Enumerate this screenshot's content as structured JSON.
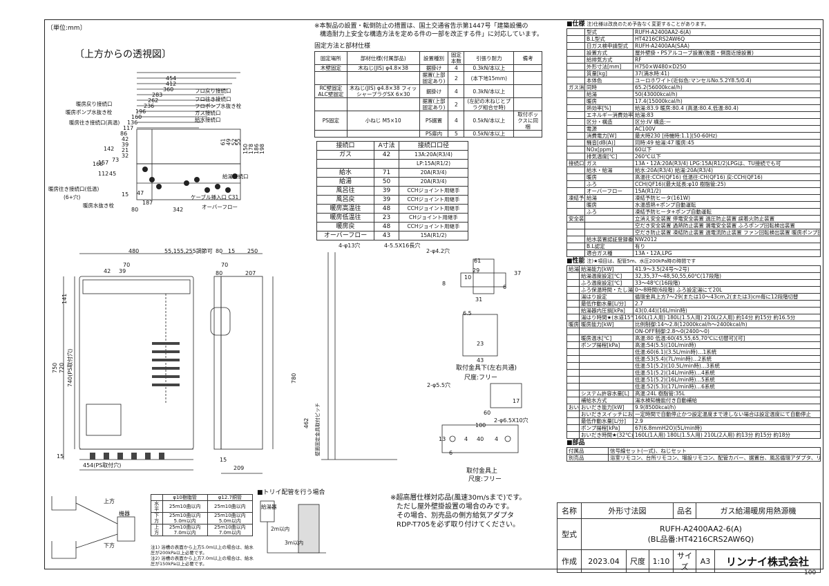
{
  "unit_label": "〔単位:mm〕",
  "top_view": {
    "title": "〔上方からの透視図〕",
    "dims": [
      "454",
      "412",
      "360",
      "283",
      "262",
      "236",
      "196",
      "160",
      "136",
      "117",
      "86",
      "42",
      "39",
      "21",
      "32",
      "73",
      "142",
      "157",
      "168",
      "112",
      "45",
      "80",
      "342",
      "187",
      "47",
      "15",
      "61",
      "49",
      "52",
      "55",
      "150",
      "178",
      "186",
      "198"
    ],
    "callouts_left": [
      "暖房ポンプ水抜き栓",
      "暖房戻り接続口",
      "暖房往き接続口(高温)",
      "暖房往き接続口(低温)",
      "(6+穴)",
      "暖房水抜き栓"
    ],
    "callouts_right": [
      "フロ戻り接続口",
      "フロ往き接続口",
      "フロポンプ水抜き栓",
      "ガス接続口",
      "給水接続口",
      "給湯接続口",
      "ケーブル挿入口 C31",
      "オーバーフロー"
    ]
  },
  "notes_top": {
    "line1": "※本製品の設置・転倒防止の措置は、国土交通省告示第1447号「建築設備の",
    "line2": "構造耐力上安全な構造方法を定める件の一部を改正する件」に対応しています。"
  },
  "fix_table": {
    "title": "固定方法と部材仕様",
    "headers": [
      "固定場所",
      "部材仕様(付属部品)",
      "設置種別",
      "固定本数",
      "引張り耐力",
      "備考"
    ],
    "rows": [
      [
        "木壁固定",
        "木ねじ(JIS) φ4.8×38",
        "据掛け",
        "4",
        "0.3kN/本以上",
        ""
      ],
      [
        "",
        "",
        "据置(上部固定あり)",
        "2",
        "(本下地15mm)",
        ""
      ],
      [
        "RC壁固定 ALC壁固定",
        "木ねじ(JIS) φ4.8×38 フィッシャープラグSX 6×30",
        "据掛け",
        "4",
        "0.3kN/本以上",
        ""
      ],
      [
        "",
        "",
        "据置(上部固定あり)",
        "2",
        "(左記の木ねじとプラグ組合せ時)",
        ""
      ],
      [
        "PS固定",
        "小ねじ M5×10",
        "PS据置",
        "4",
        "0.5kN/本以上",
        "取付ボックスに同梱"
      ],
      [
        "",
        "",
        "PS扉内",
        "5",
        "0.5kN/本以上",
        ""
      ]
    ]
  },
  "conn_table": {
    "headers": [
      "接続口",
      "A寸法",
      "接続口口径"
    ],
    "rows": [
      [
        "ガス",
        "42",
        "13A:20A(R3/4)"
      ],
      [
        "",
        "",
        "LP:15A(R1/2)"
      ],
      [
        "給水",
        "71",
        "20A(R3/4)"
      ],
      [
        "給湯",
        "50",
        "20A(R3/4)"
      ],
      [
        "風呂往",
        "39",
        "CCHジョイント用継手"
      ],
      [
        "風呂戻",
        "39",
        "CCHジョイント用継手"
      ],
      [
        "暖房高温往",
        "48",
        "CCHジョイント用継手"
      ],
      [
        "暖房低温往",
        "23",
        "CHジョイント用継手"
      ],
      [
        "暖房戻",
        "48",
        "CCHジョイント用継手"
      ],
      [
        "オーバーフロー",
        "43",
        "15A(R1/2)"
      ]
    ]
  },
  "spec": {
    "title": "■仕様",
    "note": "注)仕様は改良のため予告なく変更することがあります。",
    "rows": [
      [
        "",
        "型式",
        "RUFH-A2400AA2-6(A)"
      ],
      [
        "",
        "B.L型式",
        "HT4216CRS2AW6Q"
      ],
      [
        "",
        "日ガス検申請型式",
        "RUFH-A2400AA(SAA)"
      ],
      [
        "",
        "設置方式",
        "屋外壁掛・PSアルコーブ設置(後面・側面近接設置)"
      ],
      [
        "",
        "給排気方式",
        "RF"
      ],
      [
        "",
        "外形寸法[mm]",
        "H750×W480×D250"
      ],
      [
        "",
        "質量[kg]",
        "37(満水時:41)"
      ],
      [
        "",
        "本体色",
        "ユーロホワイト(近似色:マンセルNo.5.2Y8.5/0.4)"
      ],
      [
        "ガス消費量[kW]",
        "同時",
        "65.2(56000kcal/h)"
      ],
      [
        "",
        "給湯",
        "50(43000kcal/h)"
      ],
      [
        "",
        "暖房",
        "17.4(15000kcal/h)"
      ],
      [
        "",
        "熱効率[%]",
        "給湯:83.9 暖房:80.4 (高温:80.4,低温:80.4)"
      ],
      [
        "",
        "エネルギー消費効率[%]",
        "給湯:83"
      ],
      [
        "",
        "区分・構造",
        "区分:IV 構造:ー"
      ],
      [
        "",
        "電源",
        "AC100V"
      ],
      [
        "",
        "消費電力[W]",
        "最大時230 [待機時:1.1](50-60Hz)"
      ],
      [
        "",
        "騒音[dB(A)]",
        "同時:49 給湯:47 暖房:45"
      ],
      [
        "",
        "NOx[ppm]",
        "60以下"
      ],
      [
        "",
        "排気温度[℃]",
        "260℃以下"
      ],
      [
        "接続口",
        "ガス",
        "13A・12A:20A(R3/4) LPG:15A(R1/2)LPGは、TU接続でも可"
      ],
      [
        "",
        "給水・給湯",
        "給水:20A(R3/4) 給湯:20A(R3/4)"
      ],
      [
        "",
        "暖房",
        "高温往:CCH(QF16) 低温往:CH(QF16) 戻:CCH(QF16)"
      ],
      [
        "",
        "ふろ",
        "CCH(QF16)(最大延長:φ10 樹脂管:25)"
      ],
      [
        "",
        "オーバーフロー",
        "15A(R1/2)"
      ],
      [
        "凍結予防方法",
        "給湯",
        "凍結予防ヒータ(161W)"
      ],
      [
        "",
        "暖房",
        "水温感熱+ポンプ自動運転"
      ],
      [
        "",
        "ふろ",
        "凍結予防ヒータ+ポンプ自動運転"
      ],
      [
        "安全装置",
        "",
        "立消え安全装置 停電安全装置 過圧防止装置 誤着火防止装置"
      ],
      [
        "",
        "",
        "空だき安全装置 過熱防止装置 漏電安全装置 ふろポンプ回転検出装置"
      ],
      [
        "",
        "",
        "空だき防止装置 凍結防止装置 過電流防止装置 ファン回転検出装置 暖房ポンプ回転検出装置"
      ],
      [
        "",
        "給水装置認証登録番号",
        "NW2012"
      ],
      [
        "",
        "B.L認定",
        "有り"
      ],
      [
        "",
        "適合ガス種",
        "13A・12A,LPG"
      ]
    ]
  },
  "perf": {
    "title": "■性能",
    "note": "注)★項目は、配管5m、水圧200kPa時の時間です",
    "rows": [
      [
        "給湯・湯はり",
        "給湯能力[kW]",
        "41.9〜3.5(24号〜2号)"
      ],
      [
        "",
        "給湯温度設定[℃]",
        "32,35,37〜48,50,55,60℃(17段階)"
      ],
      [
        "",
        "ふろ温度設定[℃]",
        "33〜48℃(16段階)"
      ],
      [
        "",
        "ふろ保温時間・たし湯量",
        "0〜8時間(6段階) ふろ設定湯にて20L"
      ],
      [
        "",
        "湯はり設定",
        "循環金具上方7〜29(または10〜43cm,2(または3)cm毎に12段階切替"
      ],
      [
        "",
        "最低作動水量[L/分]",
        "2.7"
      ],
      [
        "",
        "給湯器内圧損[kPa]",
        "43(0.44)(16L/min時)"
      ],
      [
        "",
        "湯はり時間★(水道15℃,ふろ設定42℃)",
        "160L(1人用) 180L(1.5人用) 210L(2人用) 約14分 約15分 約16.5分"
      ],
      [
        "暖房",
        "暖房能力[kW]",
        "比例制御:14〜2.8(12000kcal/h〜2400kcal/h)"
      ],
      [
        "",
        "",
        "ON-OFF制御:2.8〜0(2400〜0)"
      ],
      [
        "",
        "暖房温水[℃]",
        "高温:80 低温:60(45,55,65,70℃に切替可)[可]"
      ],
      [
        "",
        "ポンプ揚程[kPa]",
        "高温:54(5.5)(10L/min時)"
      ],
      [
        "",
        "",
        "低温:60(6.1)(3.5L/min時)…1系統"
      ],
      [
        "",
        "",
        "低温:53(5.4)(7L/min時)…2系統"
      ],
      [
        "",
        "",
        "低温:51(5.2)(10.5L/min時)…3系統"
      ],
      [
        "",
        "",
        "低温:51(5.2)(14L/min時)…4系統"
      ],
      [
        "",
        "",
        "低温:51(5.2)(16L/min時)…5系統"
      ],
      [
        "",
        "",
        "低温:52(5.3)(17L/min時)…6系統"
      ],
      [
        "",
        "システム許容水量[L]",
        "高温:24L 樹脂管:35L"
      ],
      [
        "",
        "補給水方式",
        "湯水検知機能付き自動補給"
      ],
      [
        "おいだき",
        "おいだき能力[kW]",
        "9.9(8500kcal/h)"
      ],
      [
        "",
        "おいだきスイッチにおよるおいだき",
        "一定時間で自動停止かつ設定温度まで達しない場合は設定温度にて自動停止"
      ],
      [
        "",
        "最低作動水量[L/分]",
        "2.9"
      ],
      [
        "",
        "ポンプ揚程[kPa]",
        "67(6.8mmH2O)(5L/min時)"
      ],
      [
        "",
        "おいだき時間★(32℃から42℃まで)",
        "160L(1人用) 180L(1.5人用) 210L(2人用) 約13分 約15分 約18分"
      ]
    ]
  },
  "parts": {
    "title": "■部品",
    "rows": [
      [
        "付属品",
        "信号線セット(一式)、ねじセット"
      ],
      [
        "別売品",
        "浴室リモコン、台所リモコン、増設リモコン、配管カバー、据置台、風呂循環アダプタ、リモコンケーブル、マイクロバブルバスユニット、ソーラー対応ユニット、側方給気アダプタ"
      ]
    ]
  },
  "front_view": {
    "dims_top": [
      "480",
      "70",
      "42",
      "39"
    ],
    "dims_mid": [
      "55,155,255調節可"
    ],
    "dims_side": [
      "750",
      "720",
      "141",
      "740(PS取付穴)"
    ],
    "dim_bottom": [
      "454(PS取付穴)",
      "15"
    ]
  },
  "side_view": {
    "dims": [
      "80",
      "15",
      "250",
      "70",
      "207",
      "80",
      "780",
      "462",
      "209",
      "15"
    ],
    "label": "壁面固定金具取付ピッチ"
  },
  "bracket_view": {
    "dims": [
      "4-φ13穴",
      "4-5.5X16長穴",
      "2-φ4.2穴",
      "61",
      "29",
      "10",
      "31",
      "6.5",
      "23",
      "43",
      "8",
      "6",
      "37"
    ],
    "label": "取付金具下(左右共通)",
    "scale": "尺度:フリー"
  },
  "bracket2_view": {
    "dims": [
      "2-φ5.5穴",
      "60",
      "100",
      "4",
      "40",
      "4",
      "13",
      "6",
      "2-φ6.5X10穴",
      "17"
    ],
    "label": "取付金具上",
    "scale": "尺度:フリー"
  },
  "pipe_table": {
    "headers": [
      "",
      "φ10樹脂管",
      "φ12.7銅管"
    ],
    "rows": [
      [
        "水平",
        "25m10曲以内",
        "25m10曲以内"
      ],
      [
        "下方",
        "25m10曲以内 5.0m以内",
        "25m10曲以内 5.0m以内"
      ],
      [
        "上方",
        "25m10曲以内 7.0m以内",
        "25m10曲以内 7.0m以内"
      ]
    ],
    "notes": [
      "注1) 浴槽の表面から上方5.0m以上の場合は、給水圧が200kPa以上必要です。",
      "注2) 浴槽の表面から上方7.0m以上の場合は、給水圧が150kPa以上必要です。"
    ]
  },
  "pipe_diagram": {
    "labels": [
      "機器",
      "上方",
      "下方"
    ]
  },
  "trap_diagram": {
    "title": "■トリイ配管を行う場合",
    "labels": [
      "給湯器",
      "2m以内",
      "3m以内"
    ]
  },
  "notes_bottom": {
    "line1": "※超高層仕様対応品(風速30m/sまで)です。",
    "line2": "ただし屋外壁掛設置の場合のみです。",
    "line3": "その場合、別売品の側方給気アダプタ",
    "line4": "RDP-T705を必ず取り付けてください。"
  },
  "title_block": {
    "name_label": "名称",
    "name_value": "外形寸法図",
    "item_label": "品名",
    "item_value": "ガス給湯暖房用熱源機",
    "model_label": "型式",
    "model_value1": "RUFH-A2400AA2-6(A)",
    "model_value2": "(BL品番:HT4216CRS2AW6Q)",
    "made_label": "作成",
    "made_value": "2023.04",
    "scale_label": "尺度",
    "scale_value": "1:10",
    "size_label": "サイズ",
    "size_value": "A3",
    "company": "リンナイ株式会社"
  },
  "page_number": "100"
}
